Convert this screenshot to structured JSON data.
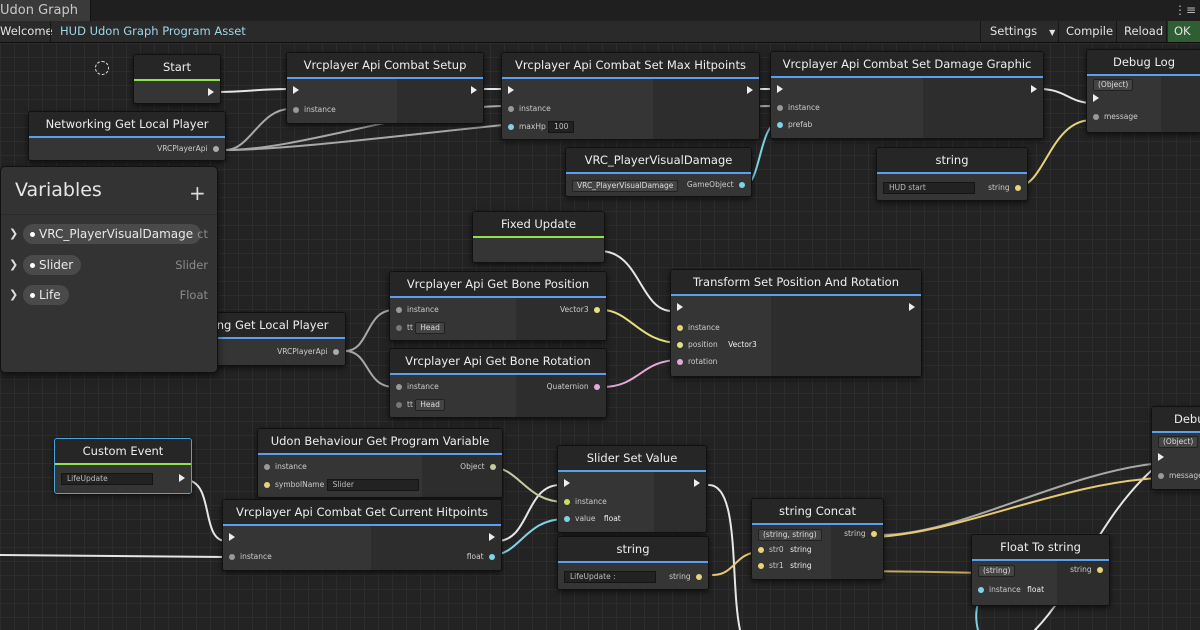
{
  "window": {
    "title": "Udon Graph",
    "menu": "⋮≡"
  },
  "toolbar": {
    "welcome": "Welcome",
    "asset": "HUD Udon Graph Program Asset",
    "settings": "Settings",
    "compile": "Compile",
    "reload": "Reload",
    "ok": "OK"
  },
  "colors": {
    "flow": "#5a9ff0",
    "event": "#8fe34a",
    "wire_white": "#e6e6e6",
    "wire_yellow": "#e8d27a",
    "wire_cyan": "#7fd3e6",
    "wire_pink": "#e6a8d8",
    "ok_green": "#3aa04a"
  },
  "variables": {
    "title": "Variables",
    "add": "+",
    "items": [
      {
        "name": "VRC_PlayerVisualDamage",
        "type": "ct"
      },
      {
        "name": "Slider",
        "type": "Slider"
      },
      {
        "name": "Life",
        "type": "Float"
      }
    ]
  },
  "nodes": {
    "start": {
      "title": "Start"
    },
    "net_local_1": {
      "title": "Networking Get Local Player",
      "out": "VRCPlayerApi"
    },
    "combat_setup": {
      "title": "Vrcplayer Api Combat Setup",
      "in1": "instance"
    },
    "set_max_hp": {
      "title": "Vrcplayer Api Combat Set Max Hitpoints",
      "in1": "instance",
      "in2": "maxHp",
      "in2_val": "100"
    },
    "set_damage_graphic": {
      "title": "Vrcplayer Api Combat Set Damage Graphic",
      "in1": "instance",
      "in2": "prefab"
    },
    "debug_log_1": {
      "title": "Debug Log",
      "type": "(Object)",
      "in1": "message"
    },
    "visual_damage": {
      "title": "VRC_PlayerVisualDamage",
      "sel": "VRC_PlayerVisualDamage",
      "out": "GameObject"
    },
    "string_1": {
      "title": "string",
      "value": "HUD start",
      "out": "string"
    },
    "fixed_update": {
      "title": "Fixed Update"
    },
    "net_local_2": {
      "title": "Networking Get Local Player",
      "out": "VRCPlayerApi"
    },
    "bone_pos": {
      "title": "Vrcplayer Api Get Bone Position",
      "in1": "instance",
      "in2": "tt",
      "in2_val": "Head",
      "out": "Vector3"
    },
    "bone_rot": {
      "title": "Vrcplayer Api Get Bone Rotation",
      "in1": "instance",
      "in2": "tt",
      "in2_val": "Head",
      "out": "Quaternion"
    },
    "transform_set": {
      "title": "Transform Set Position And Rotation",
      "in1": "instance",
      "in2": "position",
      "in2_val": "Vector3",
      "in3": "rotation"
    },
    "custom_event": {
      "title": "Custom Event",
      "value": "LifeUpdate"
    },
    "get_prog_var": {
      "title": "Udon Behaviour Get Program Variable",
      "in1": "instance",
      "in2": "symbolName",
      "in2_val": "Slider",
      "out": "Object"
    },
    "get_cur_hp": {
      "title": "Vrcplayer Api Combat Get Current Hitpoints",
      "in1": "instance",
      "out": "float"
    },
    "slider_set": {
      "title": "Slider Set Value",
      "in1": "instance",
      "in2": "value",
      "in2_val": "float"
    },
    "string_2": {
      "title": "string",
      "value": "LifeUpdate :",
      "out": "string"
    },
    "string_concat": {
      "title": "string Concat",
      "type": "(string, string)",
      "in1": "str0",
      "in1_val": "string",
      "in2": "str1",
      "in2_val": "string",
      "out": "string"
    },
    "float_to_string": {
      "title": "Float To string",
      "type": "(string)",
      "in1": "instance",
      "in1_val": "float",
      "out": "string"
    },
    "debug_log_2": {
      "title": "Debug Log",
      "type": "(Object)",
      "in1": "message"
    }
  }
}
